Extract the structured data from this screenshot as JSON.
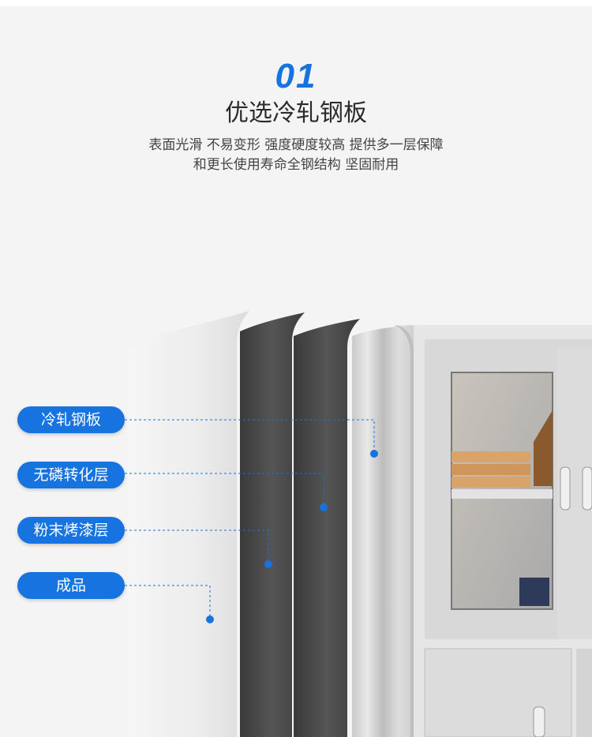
{
  "section": {
    "number": "01",
    "title": "优选冷轧钢板",
    "desc_line1": "表面光滑 不易变形 强度硬度较高 提供多一层保障",
    "desc_line2": "和更长使用寿命全钢结构 坚固耐用"
  },
  "labels": [
    "冷轧钢板",
    "无磷转化层",
    "粉末烤漆层",
    "成品"
  ],
  "colors": {
    "accent": "#1673e0",
    "background": "#f4f4f4"
  }
}
